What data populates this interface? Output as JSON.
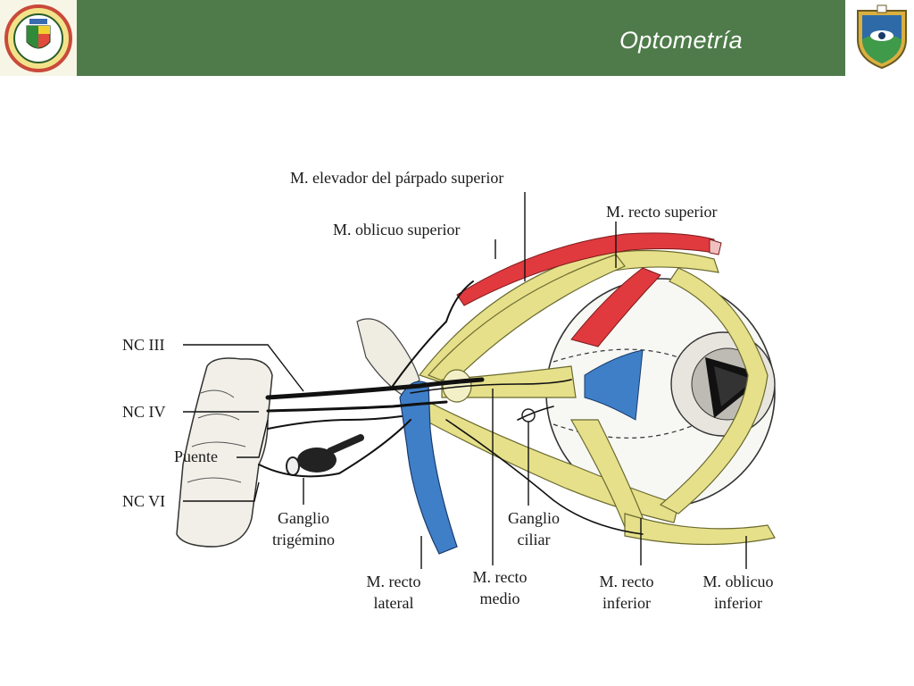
{
  "header": {
    "title": "Optometría",
    "bar_color": "#4e7b49",
    "logo_left": "university-seal",
    "logo_right": "optometry-shield"
  },
  "diagram": {
    "labels": {
      "elevador": "M. elevador del párpado superior",
      "oblicuo_superior": "M. oblicuo superior",
      "recto_superior": "M. recto superior",
      "nc_iii": "NC III",
      "nc_iv": "NC IV",
      "puente": "Puente",
      "nc_vi": "NC VI",
      "ganglio_trigemino_1": "Ganglio",
      "ganglio_trigemino_2": "trigémino",
      "recto_lateral_1": "M. recto",
      "recto_lateral_2": "lateral",
      "recto_medio_1": "M. recto",
      "recto_medio_2": "medio",
      "ganglio_ciliar_1": "Ganglio",
      "ganglio_ciliar_2": "ciliar",
      "recto_inferior_1": "M. recto",
      "recto_inferior_2": "inferior",
      "oblicuo_inferior_1": "M. oblicuo",
      "oblicuo_inferior_2": "inferior"
    },
    "colors": {
      "muscle_red": "#e03a3e",
      "muscle_yellow": "#e6e08a",
      "muscle_blue": "#3f7fc8",
      "nerve": "#111111"
    }
  }
}
